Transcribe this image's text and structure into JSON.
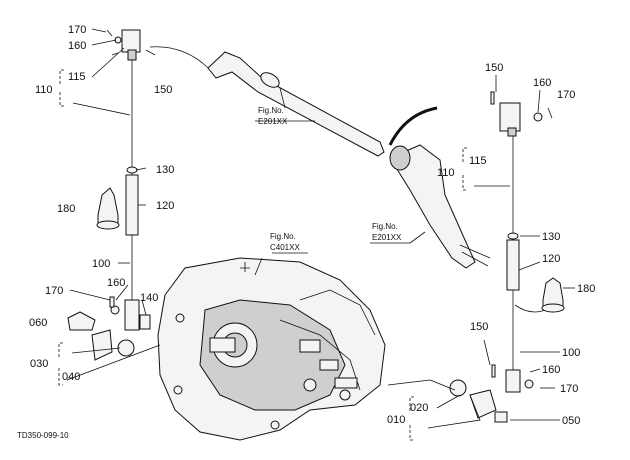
{
  "parts": {
    "p170a": "170",
    "p160a": "160",
    "p115a": "115",
    "p110a": "110",
    "p150a": "150",
    "p130a": "130",
    "p120a": "120",
    "p180a": "180",
    "p100a": "100",
    "p160b": "160",
    "p170b": "170",
    "p140": "140",
    "p060": "060",
    "p030": "030",
    "p040": "040",
    "p150b": "150",
    "p160c": "160",
    "p170c": "170",
    "p115b": "115",
    "p110b": "110",
    "p130b": "130",
    "p120b": "120",
    "p180b": "180",
    "p150c": "150",
    "p100b": "100",
    "p160d": "160",
    "p170d": "170",
    "p020": "020",
    "p010": "010",
    "p050": "050"
  },
  "refs": {
    "ref1_title": "Fig.No.",
    "ref1_code": "E201XX",
    "ref2_title": "Fig.No.",
    "ref2_code": "C401XX",
    "ref3_title": "Fig.No.",
    "ref3_code": "E201XX"
  },
  "footer": {
    "code": "TD350-099-10"
  }
}
